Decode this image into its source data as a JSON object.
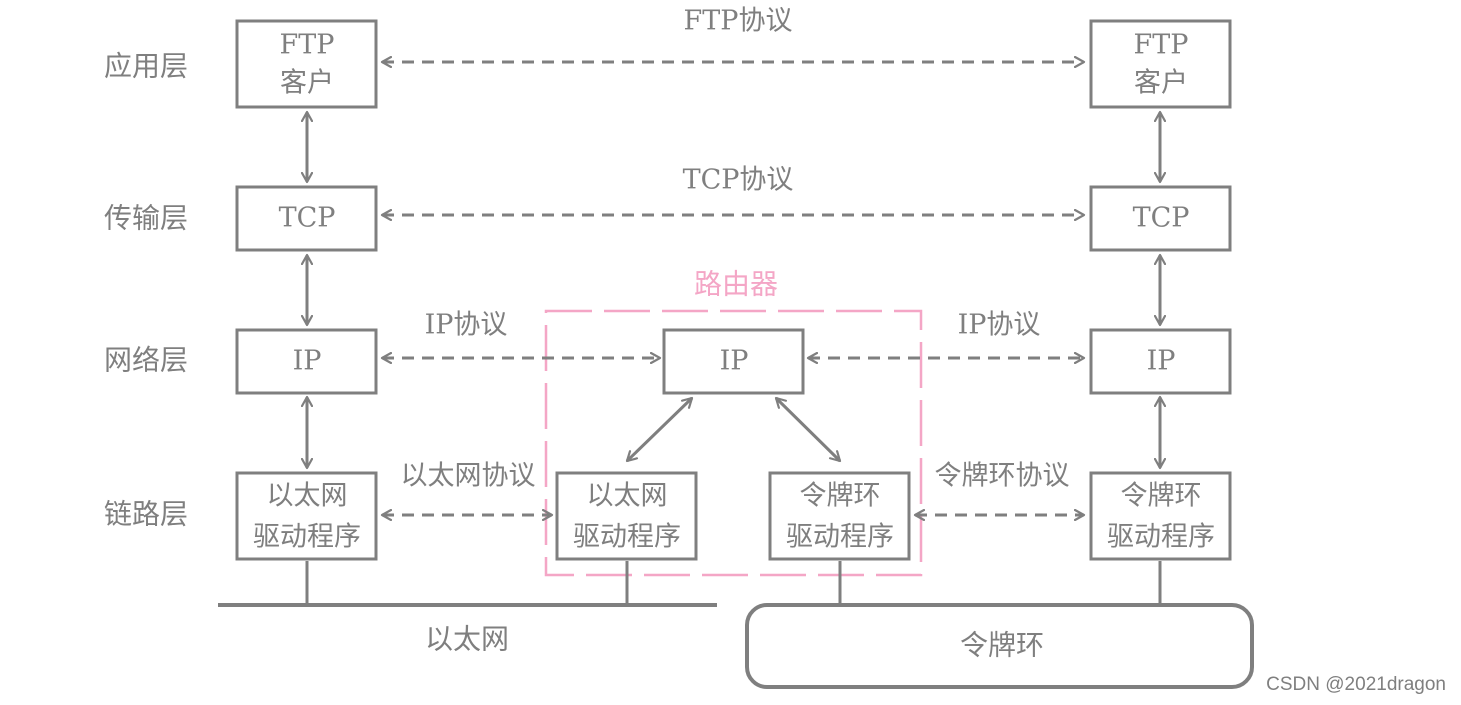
{
  "layers": {
    "application": "应用层",
    "transport": "传输层",
    "network": "网络层",
    "link": "链路层"
  },
  "host_left": {
    "ftp_line1": "FTP",
    "ftp_line2": "客户",
    "tcp": "TCP",
    "ip": "IP",
    "eth_line1": "以太网",
    "eth_line2": "驱动程序"
  },
  "router": {
    "title": "路由器",
    "ip": "IP",
    "eth_line1": "以太网",
    "eth_line2": "驱动程序",
    "token_line1": "令牌环",
    "token_line2": "驱动程序"
  },
  "host_right": {
    "ftp_line1": "FTP",
    "ftp_line2": "客户",
    "tcp": "TCP",
    "ip": "IP",
    "token_line1": "令牌环",
    "token_line2": "驱动程序"
  },
  "protocols": {
    "ftp": "FTP协议",
    "tcp": "TCP协议",
    "ip_left": "IP协议",
    "ip_right": "IP协议",
    "ethernet": "以太网协议",
    "token_ring": "令牌环协议"
  },
  "networks": {
    "ethernet": "以太网",
    "token_ring": "令牌环"
  },
  "watermark": "CSDN @2021dragon",
  "colors": {
    "line": "#7f7f7f",
    "router": "#f4a6c6"
  }
}
